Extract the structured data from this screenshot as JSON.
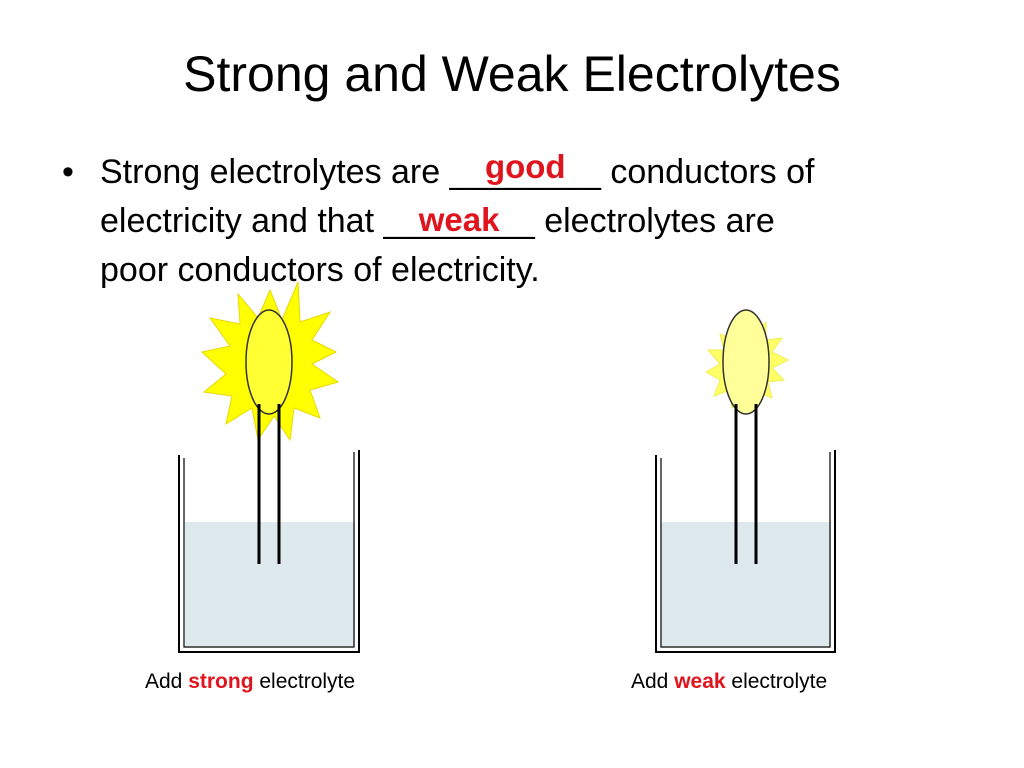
{
  "slide": {
    "title": "Strong and Weak Electrolytes"
  },
  "bullet": {
    "marker": "•",
    "line1_before": "Strong electrolytes are ",
    "blank1_underscores": "________",
    "blank1_answer": "good",
    "line1_after": " conductors of",
    "line2_before": "electricity and that ",
    "blank2_underscores": "________",
    "blank2_answer": "weak",
    "line2_after": " electrolytes are",
    "line3": "poor conductors of electricity."
  },
  "captions": {
    "strong": {
      "prefix": "Add ",
      "emphasis": "strong",
      "suffix": " electrolyte"
    },
    "weak": {
      "prefix": "Add ",
      "emphasis": "weak",
      "suffix": " electrolyte"
    }
  },
  "colors": {
    "answer_red": "#e0141c",
    "bright_bulb": "#ffff33",
    "dim_bulb": "#ffff99",
    "bright_glow": "#ffff00",
    "dim_glow": "#ffff66",
    "solution": "#dde9ec"
  },
  "icons": {
    "bright": "bright-light-bulb-icon",
    "dim": "dim-light-bulb-icon",
    "beaker": "beaker-icon"
  }
}
